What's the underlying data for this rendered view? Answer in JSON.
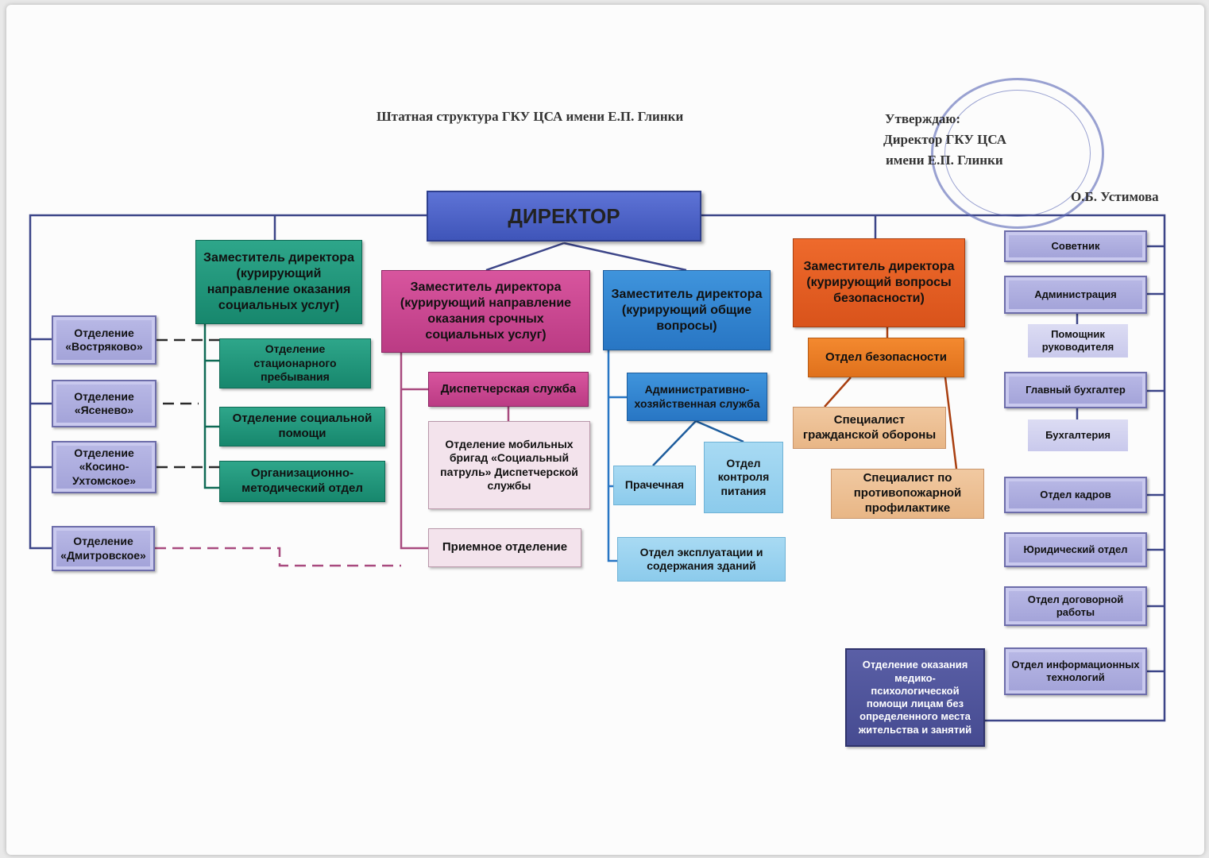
{
  "title": "Штатная структура ГКУ ЦСА имени Е.П. Глинки",
  "approval": {
    "line1": "Утверждаю:",
    "line2": "Директор ГКУ ЦСА",
    "line3": "имени Е.П. Глинки",
    "signer": "О.Б. Устимова"
  },
  "nodes": {
    "director": "ДИРЕКТОР",
    "dep_social": "Заместитель директора (курирующий направление оказания социальных услуг)",
    "dep_urgent": "Заместитель директора (курирующий направление оказания срочных социальных услуг)",
    "dep_general": "Заместитель директора (курирующий общие вопросы)",
    "dep_security": "Заместитель директора (курирующий вопросы безопасности)",
    "vostryakovo": "Отделение «Востряково»",
    "yasenevo": "Отделение «Ясенево»",
    "kosino": "Отделение «Косино-Ухтомское»",
    "dmitrovskoe": "Отделение «Дмитровское»",
    "stationary": "Отделение стационарного пребывания",
    "social_help": "Отделение социальной помощи",
    "org_method": "Организационно-методический отдел",
    "dispatch": "Диспетчерская служба",
    "mobile": "Отделение мобильных бригад «Социальный патруль» Диспетчерской службы",
    "reception": "Приемное отделение",
    "admin_service": "Административно-хозяйственная служба",
    "laundry": "Прачечная",
    "food_control": "Отдел контроля питания",
    "buildings": "Отдел эксплуатации и содержания зданий",
    "security_dept": "Отдел безопасности",
    "civil_defense": "Специалист гражданской обороны",
    "fire": "Специалист по противопожарной профилактике",
    "advisor": "Советник",
    "administration": "Администрация",
    "assistant": "Помощник руководителя",
    "chief_accountant": "Главный бухгалтер",
    "accounting": "Бухгалтерия",
    "hr": "Отдел кадров",
    "legal": "Юридический отдел",
    "contracts": "Отдел договорной работы",
    "it": "Отдел информационных технологий",
    "homeless": "Отделение оказания медико-психологической помощи лицам без определенного места жительства и занятий"
  },
  "colors": {
    "director": "#4a5fc4",
    "social": "#1f9a7e",
    "urgent": "#c94490",
    "general": "#2f84cf",
    "security": "#e05e22",
    "staff": "#a8a8dc",
    "homeless": "#4f5499"
  }
}
